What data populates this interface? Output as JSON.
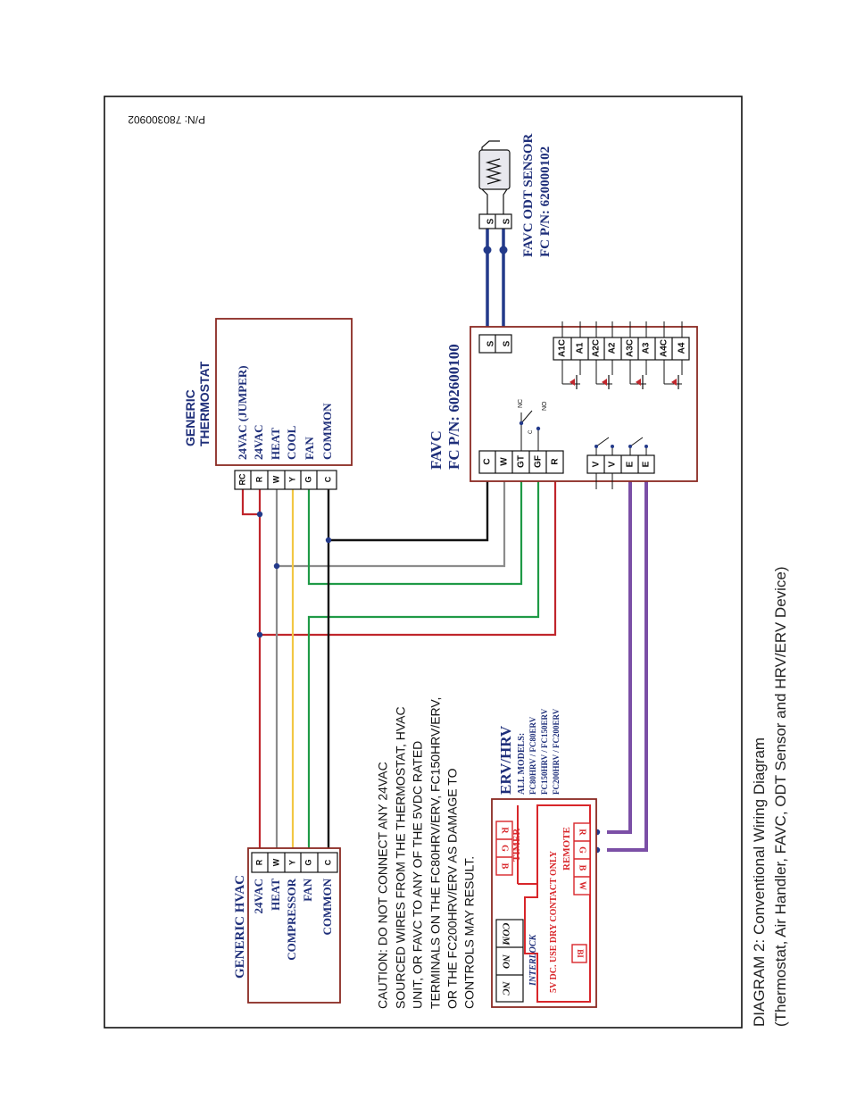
{
  "part_number": "P/N: 780300902",
  "diagram_caption": {
    "line1": "DIAGRAM 2:  Conventional Wiring Diagram",
    "line2": "(Thermostat, Air Handler, FAVC, ODT Sensor and HRV/ERV Device)"
  },
  "caution_lines": [
    "CAUTION: DO NOT CONNECT ANY 24VAC",
    "SOURCED WIRES FROM THE THERMOSTAT, HVAC",
    "UNIT, OR FAVC TO ANY OF THE 5VDC RATED",
    "TERMINALS ON THE FC80HRV/ERV, FC150HRV/ERV,",
    "OR THE FC200HRV/ERV AS DAMAGE TO",
    "CONTROLS MAY RESULT."
  ],
  "odt_sensor": {
    "title": "FAVC ODT SENSOR",
    "part": "FC  P/N: 620000102",
    "terminals": [
      "S",
      "S"
    ]
  },
  "thermostat": {
    "title_line1": "GENERIC",
    "title_line2": "THERMOSTAT",
    "terminals": [
      {
        "code": "RC",
        "label": "24VAC (JUMPER)"
      },
      {
        "code": "R",
        "label": "24VAC"
      },
      {
        "code": "W",
        "label": "HEAT"
      },
      {
        "code": "Y",
        "label": "COOL"
      },
      {
        "code": "G",
        "label": "FAN"
      },
      {
        "code": "C",
        "label": "COMMON"
      }
    ]
  },
  "favc": {
    "title": "FAVC",
    "part": "FC P/N: 602600100",
    "sensor_terminals": [
      "S",
      "S"
    ],
    "left_terminals": [
      "C",
      "W",
      "GT",
      "GF",
      "R"
    ],
    "relay_nc": "NC",
    "relay_no": "NO",
    "relay_c": "C",
    "bottom_terminals": [
      "V",
      "V",
      "E",
      "E"
    ],
    "aux_terminals": [
      "A1C",
      "A1",
      "A2C",
      "A2",
      "A3C",
      "A3",
      "A4C",
      "A4"
    ]
  },
  "hvac": {
    "title": "GENERIC HVAC",
    "terminals": [
      {
        "code": "R",
        "label": "24VAC"
      },
      {
        "code": "W",
        "label": "HEAT"
      },
      {
        "code": "Y",
        "label": "COMPRESSOR"
      },
      {
        "code": "G",
        "label": "FAN"
      },
      {
        "code": "C",
        "label": "COMMON"
      }
    ]
  },
  "erv": {
    "title": "ERV/HRV",
    "models_title": "ALL MODELS:",
    "models": [
      "FC80HRV / FC80ERV",
      "FC150HRV / FC150ERV",
      "FC200HRV / FC200ERV"
    ],
    "interlock_label": "INTERLOCK",
    "interlock_terminals": [
      "COM",
      "NO",
      "NC"
    ],
    "dry_contact_label": "5V DC. USE DRY CONTACT ONLY",
    "timer_label": "TIMER",
    "timer_terminals": [
      "R",
      "G",
      "B"
    ],
    "remote_label": "REMOTE",
    "remote_terminals": [
      "R",
      "G",
      "B",
      "W"
    ],
    "bi_label": "BI"
  },
  "colors": {
    "frame": "#111111",
    "box_border": "#8b2a22",
    "text_navy": "#1f2f7a",
    "wire_red": "#c0262c",
    "wire_gray": "#8c8c8c",
    "wire_yellow": "#f2c744",
    "wire_green": "#1f9a46",
    "wire_black": "#111111",
    "wire_purple": "#7b4fa6",
    "wire_blue": "#233a8a",
    "erv_red": "#d8262a"
  }
}
